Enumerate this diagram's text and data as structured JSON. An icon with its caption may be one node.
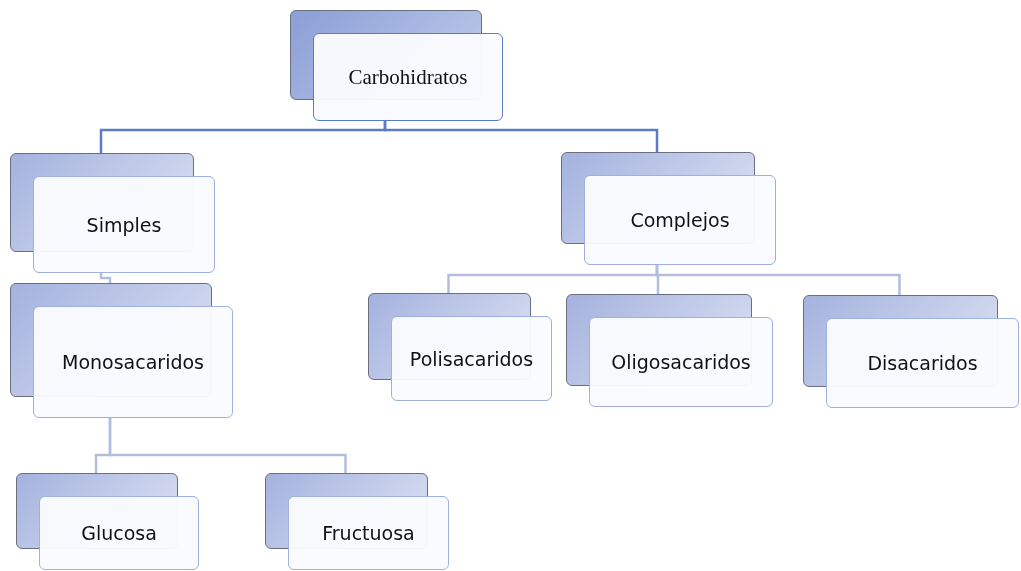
{
  "diagram": {
    "nodes": [
      {
        "text": [
          "Carbohidratos"
        ]
      },
      {
        "text": [
          "Simples"
        ]
      },
      {
        "text": [
          "Complejos"
        ]
      },
      {
        "text": [
          "Monosacaridos"
        ]
      },
      {
        "text": [
          "Polisacaridos"
        ]
      },
      {
        "text": [
          "Oligosacaridos"
        ]
      },
      {
        "text": [
          "Disacaridos"
        ]
      },
      {
        "text": [
          "Glucosa"
        ]
      },
      {
        "text": [
          "Fructuosa"
        ]
      }
    ],
    "edges": [
      {
        "from": 0,
        "to": 1,
        "arrow": "none",
        "color": "#5b7bc7"
      },
      {
        "from": 0,
        "to": 2,
        "arrow": "none",
        "color": "#5b7bc7"
      },
      {
        "from": 2,
        "to": 4,
        "arrow": "none"
      },
      {
        "from": 2,
        "to": 5,
        "arrow": "none"
      },
      {
        "from": 2,
        "to": 6,
        "arrow": "none"
      },
      {
        "from": 1,
        "to": 3,
        "arrow": "none"
      },
      {
        "from": 3,
        "to": 7,
        "arrow": "none"
      },
      {
        "from": 3,
        "to": 8,
        "arrow": "none"
      }
    ]
  }
}
